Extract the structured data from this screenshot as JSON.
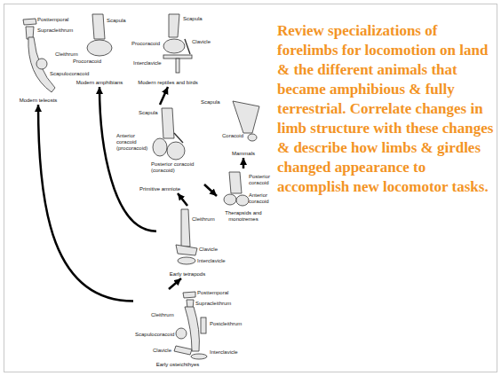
{
  "diagram": {
    "nodes": [
      {
        "text": [
          "Modern teleosts"
        ]
      },
      {
        "text": [
          "Modern amphibians"
        ]
      },
      {
        "text": [
          "Modern reptiles and birds"
        ]
      },
      {
        "text": [
          "Mammals"
        ]
      },
      {
        "text": [
          "Primitive amniote"
        ]
      },
      {
        "text": [
          "Therapsids and monotremes"
        ]
      },
      {
        "text": [
          "Early tetrapods"
        ]
      },
      {
        "text": [
          "Early osteichthyes"
        ]
      }
    ],
    "edges": [
      {
        "from": 7,
        "to": 6,
        "arrow": "to"
      },
      {
        "from": 7,
        "to": 0,
        "arrow": "to"
      },
      {
        "from": 6,
        "to": 1,
        "arrow": "to"
      },
      {
        "from": 6,
        "to": 4,
        "arrow": "to"
      },
      {
        "from": 4,
        "to": 2,
        "arrow": "to"
      },
      {
        "from": 4,
        "to": 5,
        "arrow": "to"
      },
      {
        "from": 5,
        "to": 3,
        "arrow": "to"
      }
    ],
    "labels": [
      "Review specializations of forelimbs for locomotion on land & the different animals that became amphibious & fully terrestrial. Correlate changes in limb structure with these changes & describe how limbs & girdles changed appearance to accomplish new locomotor tasks.",
      "Posttemporal",
      "Supracleithrum",
      "Cleithrum",
      "Scapulocoracoid",
      "Scapula",
      "Procoracoid",
      "Scapula",
      "Clavicle",
      "Procoracoid",
      "Interclavicle",
      "Scapula",
      "Coracoid",
      "Scapula",
      "Anterior coracoid (procoracoid)",
      "Posterior coracoid (coracoid)",
      "Posterior coracoid",
      "Anterior coracoid",
      "Cleithrum",
      "Clavicle",
      "Interclavicle",
      "Posttemporal",
      "Supracleithrum",
      "Postcleithrum",
      "Cleithrum",
      "Scapulocoracoid",
      "Clavicle",
      "Interclavicle"
    ]
  }
}
